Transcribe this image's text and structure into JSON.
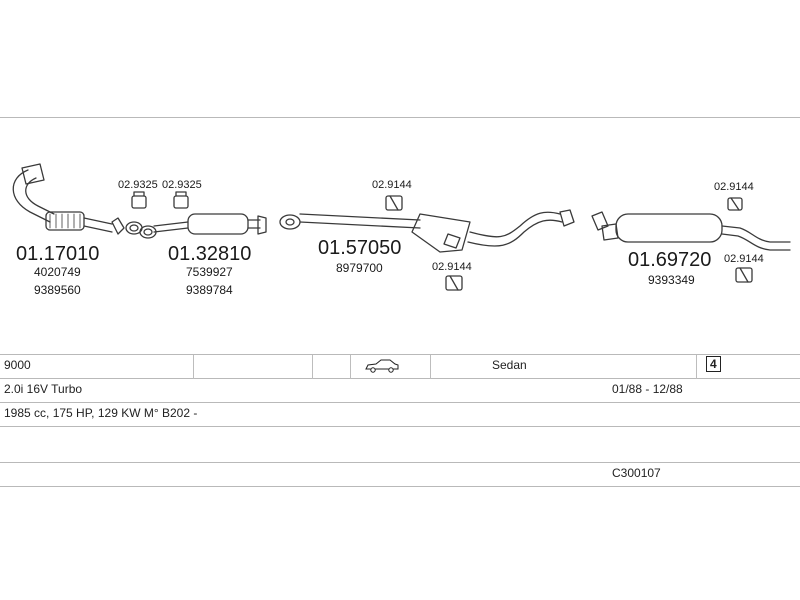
{
  "colors": {
    "line": "#b9b9b9",
    "ink": "#1a1a1a",
    "pipe": "#3a3a3a"
  },
  "parts": [
    {
      "code": "01.17010",
      "refs": [
        "4020749",
        "9389560"
      ]
    },
    {
      "code": "01.32810",
      "refs": [
        "7539927",
        "9389784"
      ]
    },
    {
      "code": "01.57050",
      "refs": [
        "8979700"
      ]
    },
    {
      "code": "01.69720",
      "refs": [
        "9393349"
      ]
    }
  ],
  "accessories": [
    "02.9325",
    "02.9325",
    "02.9144",
    "02.9144",
    "02.9144",
    "02.9144"
  ],
  "info": {
    "model": "9000",
    "body": "Sedan",
    "body_icon": "sedan-car-icon",
    "drive_icon": "four-wheel-drive-icon",
    "drive_label": "4",
    "engine": "2.0i 16V Turbo",
    "period": "01/88 - 12/88",
    "spec": "1985 cc, 175 HP, 129 KW M° B202 -",
    "catalog": "C300107"
  }
}
